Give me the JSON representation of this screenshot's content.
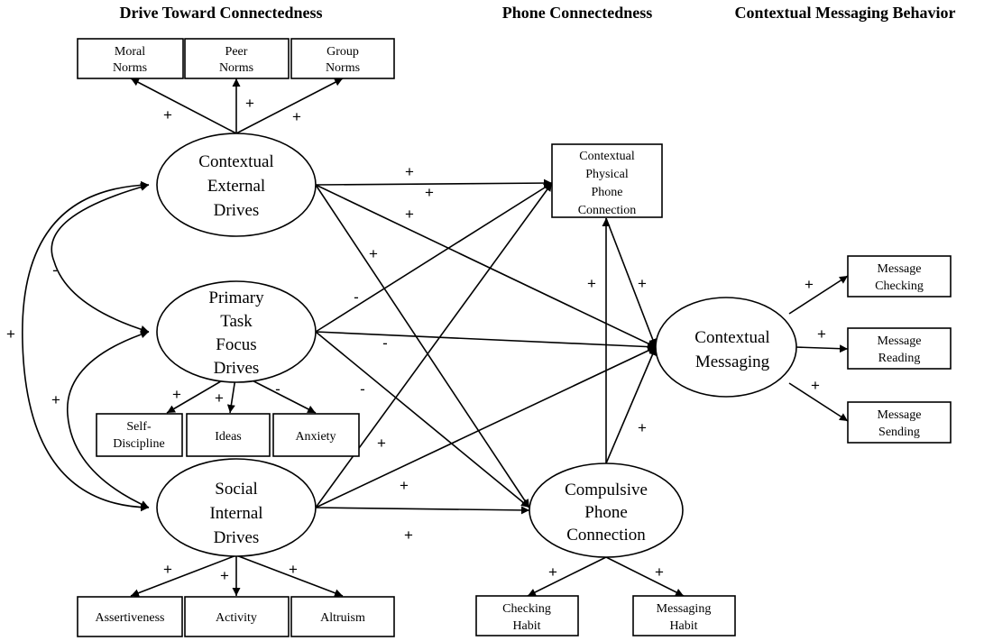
{
  "headers": {
    "drive": "Drive Toward Connectedness",
    "phone": "Phone Connectedness",
    "messaging": "Contextual Messaging Behavior"
  },
  "boxes": {
    "moral_norms": [
      "Moral",
      "Norms"
    ],
    "peer_norms": [
      "Peer",
      "Norms"
    ],
    "group_norms": [
      "Group",
      "Norms"
    ],
    "self_discipline": [
      "Self-",
      "Discipline"
    ],
    "ideas": [
      "Ideas"
    ],
    "anxiety": [
      "Anxiety"
    ],
    "assertiveness": [
      "Assertiveness"
    ],
    "activity": [
      "Activity"
    ],
    "altruism": [
      "Altruism"
    ],
    "physical_phone": [
      "Contextual",
      "Physical",
      "Phone",
      "Connection"
    ],
    "message_checking": [
      "Message",
      "Checking"
    ],
    "message_reading": [
      "Message",
      "Reading"
    ],
    "message_sending": [
      "Message",
      "Sending"
    ],
    "checking_habit": [
      "Checking",
      "Habit"
    ],
    "messaging_habit": [
      "Messaging",
      "Habit"
    ]
  },
  "ellipses": {
    "external": [
      "Contextual",
      "External",
      "Drives"
    ],
    "primary": [
      "Primary",
      "Task",
      "Focus",
      "Drives"
    ],
    "social": [
      "Social",
      "Internal",
      "Drives"
    ],
    "compulsive": [
      "Compulsive",
      "Phone",
      "Connection"
    ],
    "messaging": [
      "Contextual",
      "Messaging"
    ]
  },
  "signs": {
    "ext_moral": "+",
    "ext_peer": "+",
    "ext_group": "+",
    "ext_phys_1": "+",
    "ext_phys_2": "+",
    "ext_msg": "+",
    "ext_comp": "+",
    "curve_ext_prim": "-",
    "curve_ext_soc": "+",
    "curve_prim_soc": "+",
    "prim_phys": "-",
    "prim_msg": "-",
    "prim_comp": "-",
    "prim_self": "+",
    "prim_ideas": "+",
    "prim_anx": "-",
    "soc_phys": "+",
    "soc_msg": "+",
    "soc_comp": "+",
    "soc_assert": "+",
    "soc_act": "+",
    "soc_alt": "+",
    "comp_phys": "+",
    "phys_msg": "+",
    "comp_msg": "+",
    "msg_check": "+",
    "msg_read": "+",
    "msg_send": "+",
    "comp_chk": "+",
    "comp_mhab": "+"
  }
}
